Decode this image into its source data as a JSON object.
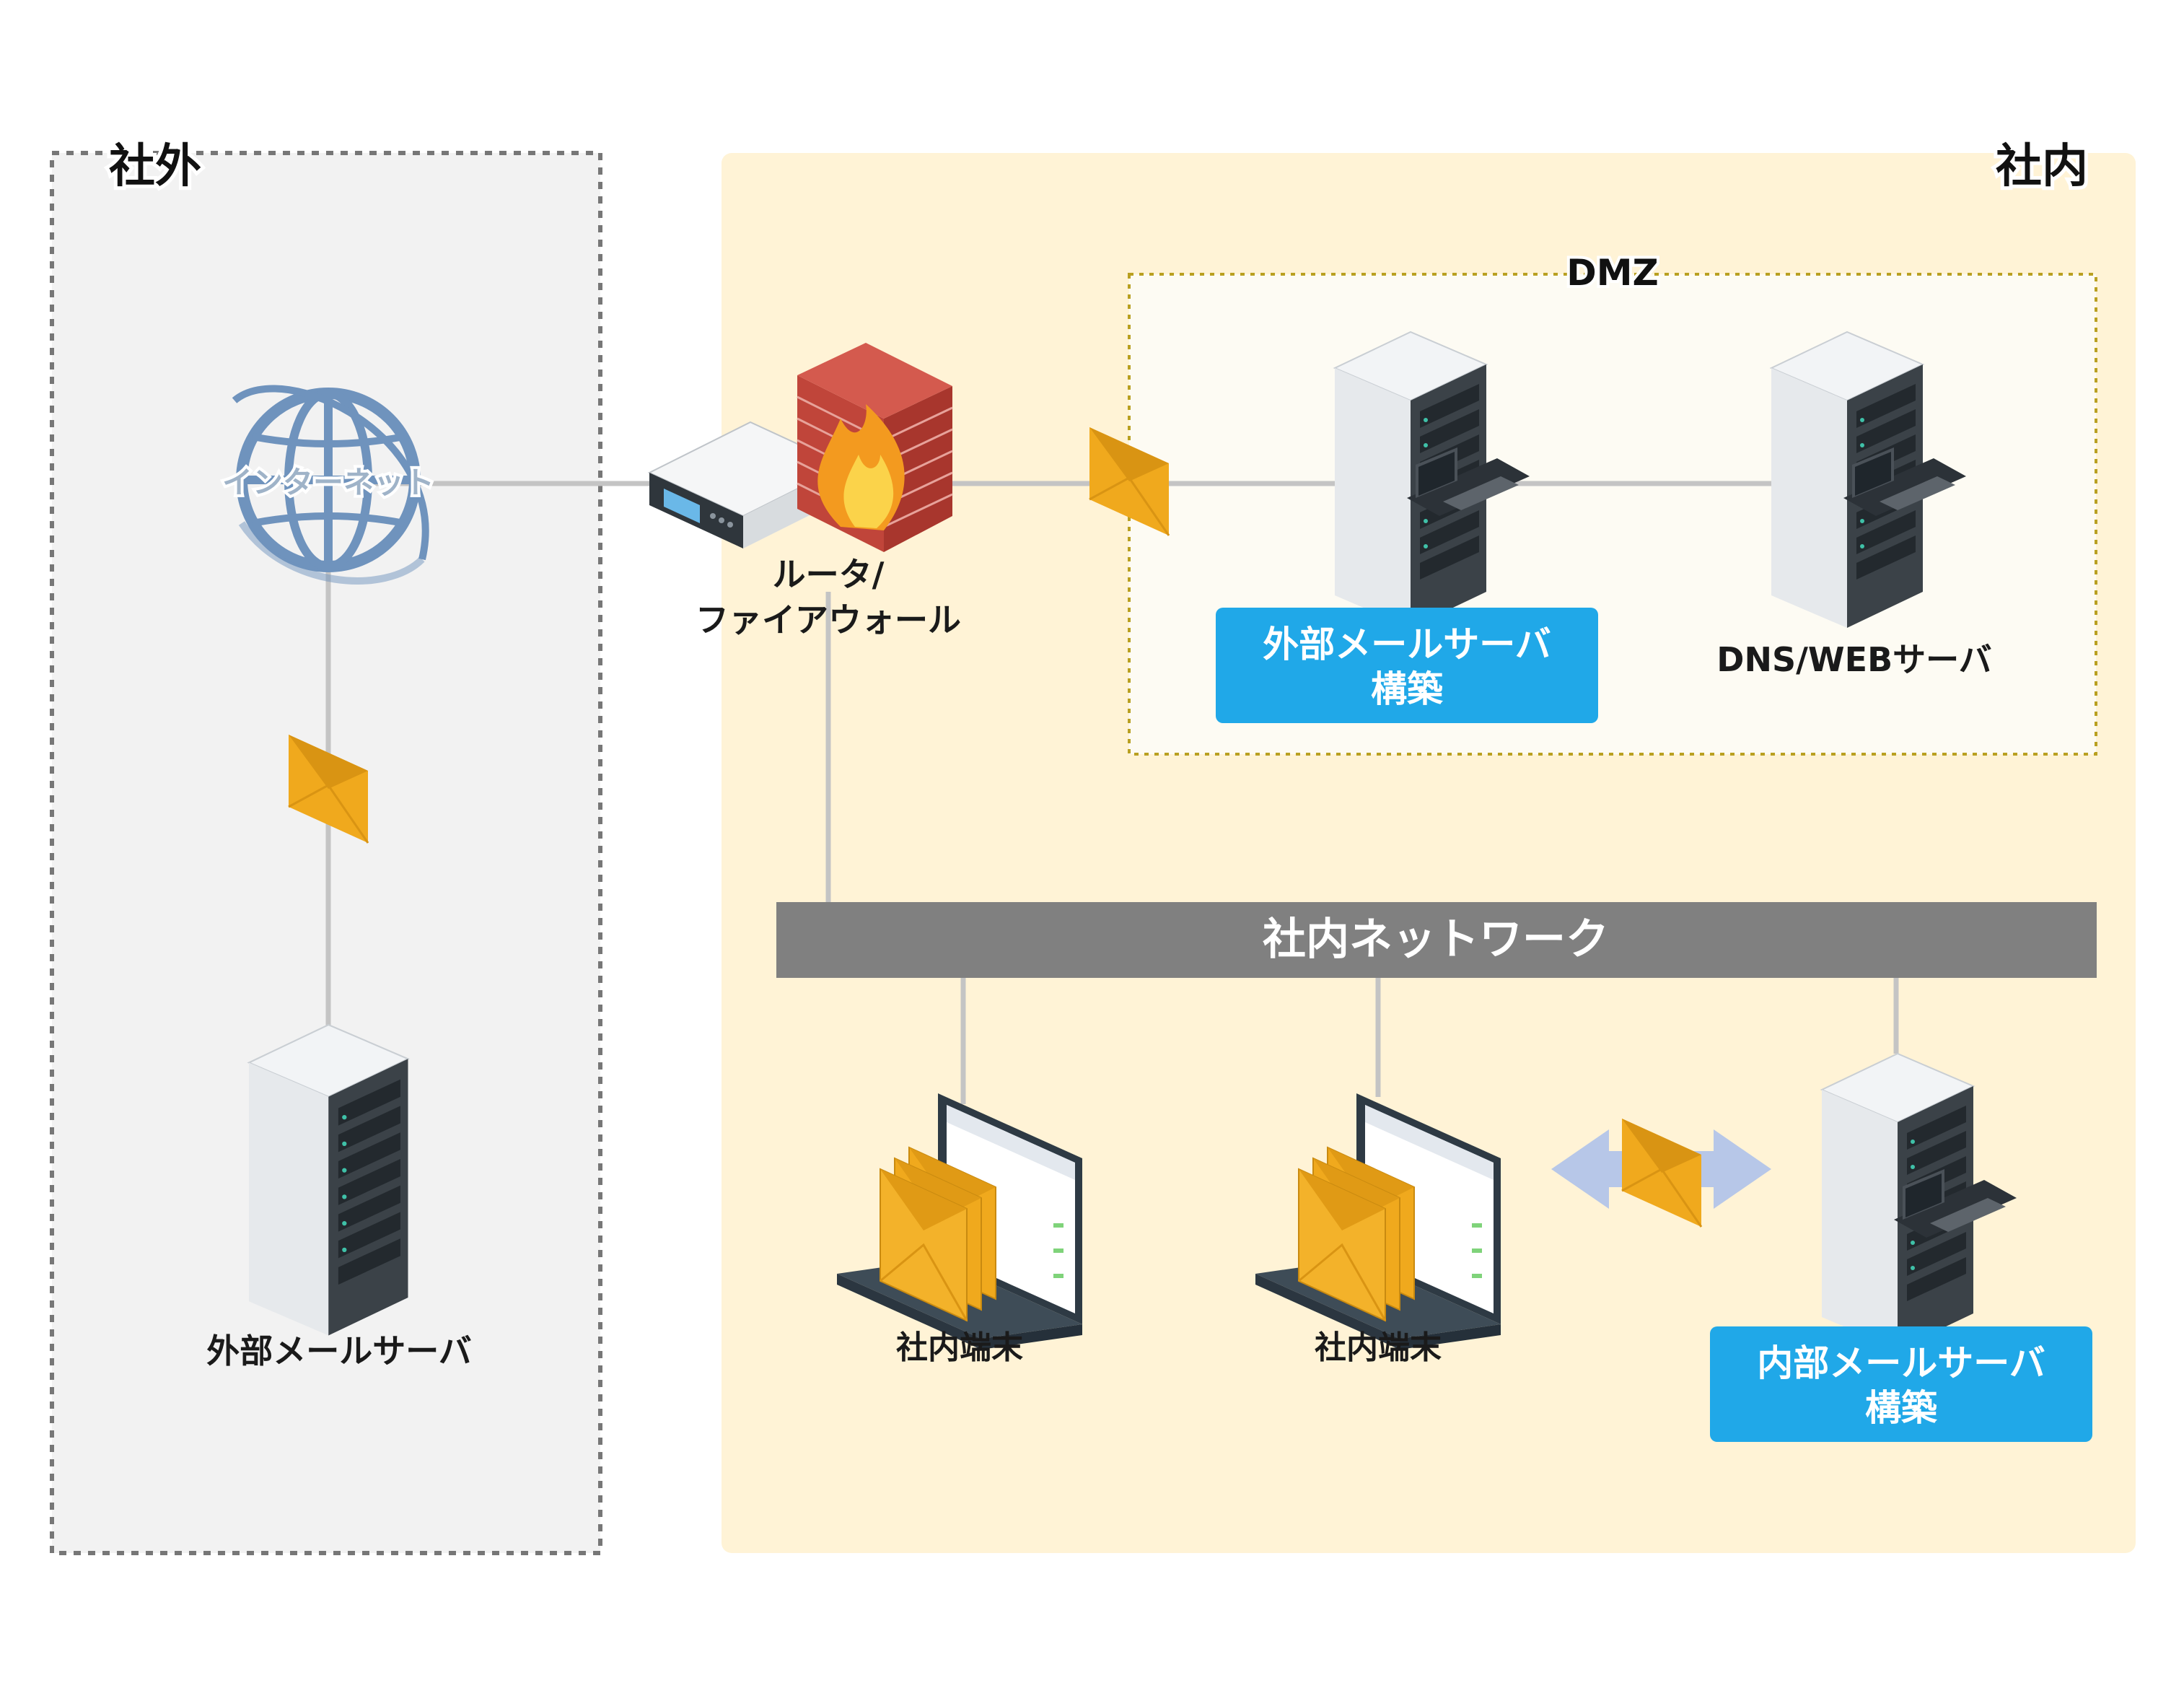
{
  "zones": {
    "outside": "社外",
    "inside": "社内",
    "dmz": "DMZ"
  },
  "nodes": {
    "internet": "インターネット",
    "router_line1": "ルータ/",
    "router_line2": "ファイアウォール",
    "ext_mail_server_outside": "外部メールサーバ",
    "ext_mail_build_line1": "外部メールサーバ",
    "ext_mail_build_line2": "構築",
    "dns_web_server": "DNS/WEBサーバ",
    "internal_network": "社内ネットワーク",
    "terminal_1": "社内端末",
    "terminal_2": "社内端末",
    "int_mail_build_line1": "内部メールサーバ",
    "int_mail_build_line2": "構築"
  },
  "colors": {
    "outside_bg": "#f2f2f2",
    "inside_bg": "#fff3d6",
    "dmz_bg": "#fdfbf3",
    "dmz_border": "#b9a021",
    "highlight_box": "#20a8e8",
    "network_bar": "#808080",
    "link_line": "#c4c4c4",
    "mail_icon": "#f0a91d",
    "arrow": "#b7c7e8"
  },
  "icons": [
    "globe-icon",
    "router-icon",
    "firewall-icon",
    "server-rack-icon",
    "laptop-icon",
    "mail-envelope-icon",
    "double-arrow-icon"
  ]
}
